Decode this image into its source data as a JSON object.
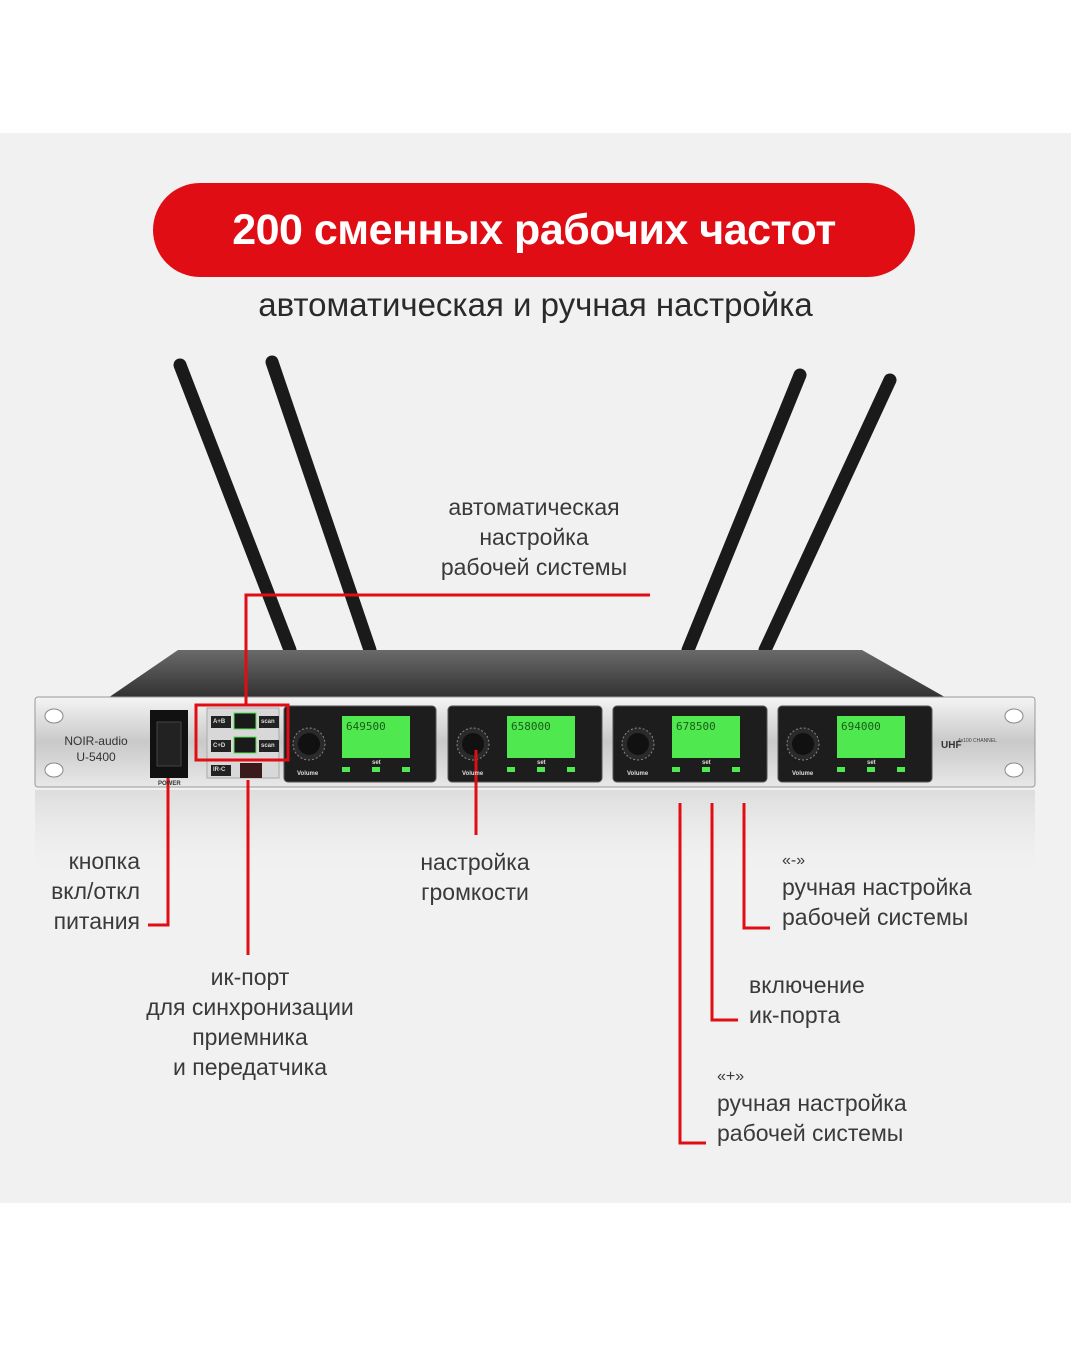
{
  "banner": {
    "title": "200 сменных рабочих частот"
  },
  "subtitle": "автоматическая и ручная настройка",
  "device": {
    "brand_line1": "NOIR-audio",
    "brand_line2": "U-5400",
    "power_label": "POWER",
    "btn_ab": "A+B",
    "btn_cd": "C+D",
    "btn_scan": "scan",
    "btn_irc": "IR-C",
    "volume_label": "Volume",
    "set_label": "set",
    "channel_freqs": [
      "649500",
      "658000",
      "678500",
      "694000"
    ],
    "uhf_label": "UHF",
    "uhf_sub": "4x100 CHANNEL"
  },
  "annotations": {
    "auto_setup": [
      "автоматическая",
      "настройка",
      "рабочей системы"
    ],
    "power_button": [
      "кнопка",
      "вкл/откл",
      "питания"
    ],
    "ir_port": [
      "ик-порт",
      "для синхронизации",
      "приемника",
      "и передатчика"
    ],
    "volume": [
      "настройка",
      "громкости"
    ],
    "minus": [
      "«-»",
      "ручная настройка",
      "рабочей системы"
    ],
    "ir_enable": [
      "включение",
      "ик-порта"
    ],
    "plus": [
      "«+»",
      "ручная настройка",
      "рабочей системы"
    ]
  },
  "colors": {
    "accent": "#e00d14",
    "lcd": "#4fe84f",
    "panel": "#f1f1f1"
  }
}
